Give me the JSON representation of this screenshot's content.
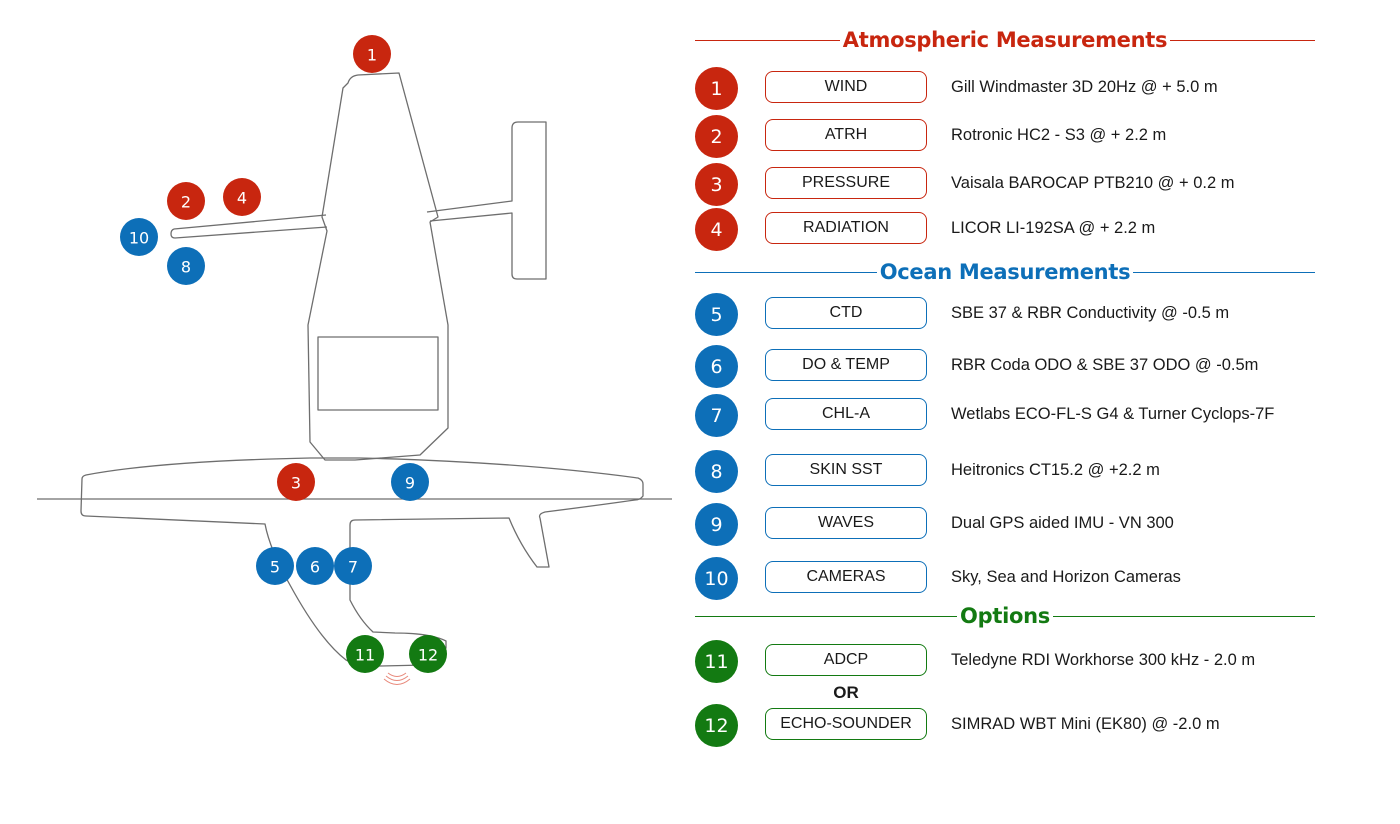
{
  "colors": {
    "atmospheric": "#c8260f",
    "ocean": "#0d6fb8",
    "options": "#137a12",
    "outline": "#6e6e6e",
    "sonar": "#e8897b"
  },
  "sections": [
    {
      "title": "Atmospheric Measurements",
      "color_key": "atmospheric",
      "items": [
        {
          "number": "1",
          "label": "WIND",
          "description": "Gill Windmaster 3D 20Hz @ + 5.0 m"
        },
        {
          "number": "2",
          "label": "ATRH",
          "description": "Rotronic HC2 - S3 @ + 2.2 m"
        },
        {
          "number": "3",
          "label": "PRESSURE",
          "description": "Vaisala BAROCAP PTB210 @ + 0.2 m"
        },
        {
          "number": "4",
          "label": "RADIATION",
          "description": "LICOR LI-192SA @ + 2.2 m"
        }
      ]
    },
    {
      "title": "Ocean Measurements",
      "color_key": "ocean",
      "items": [
        {
          "number": "5",
          "label": "CTD",
          "description": "SBE 37 & RBR Conductivity @ -0.5 m"
        },
        {
          "number": "6",
          "label": "DO & TEMP",
          "description": "RBR Coda ODO & SBE 37 ODO @ -0.5m"
        },
        {
          "number": "7",
          "label": "CHL-A",
          "description": "Wetlabs ECO-FL-S G4 & Turner Cyclops-7F"
        },
        {
          "number": "8",
          "label": "SKIN SST",
          "description": "Heitronics CT15.2 @ +2.2 m"
        },
        {
          "number": "9",
          "label": "WAVES",
          "description": "Dual GPS aided IMU - VN 300"
        },
        {
          "number": "10",
          "label": "CAMERAS",
          "description": "Sky, Sea and Horizon Cameras"
        }
      ]
    },
    {
      "title": "Options",
      "color_key": "options",
      "items": [
        {
          "number": "11",
          "label": "ADCP",
          "description": "Teledyne RDI Workhorse 300 kHz - 2.0 m"
        },
        {
          "number": "12",
          "label": "ECHO-SOUNDER",
          "description": "SIMRAD WBT Mini (EK80) @ -2.0 m"
        }
      ],
      "separator": "OR"
    }
  ],
  "diagram_markers": [
    {
      "number": "1",
      "color_key": "atmospheric",
      "location": "top of sail"
    },
    {
      "number": "2",
      "color_key": "atmospheric",
      "location": "above wing boom tip"
    },
    {
      "number": "4",
      "color_key": "atmospheric",
      "location": "above wing boom"
    },
    {
      "number": "10",
      "color_key": "ocean",
      "location": "wing boom tip"
    },
    {
      "number": "8",
      "color_key": "ocean",
      "location": "below wing boom tip"
    },
    {
      "number": "3",
      "color_key": "atmospheric",
      "location": "hull deck"
    },
    {
      "number": "9",
      "color_key": "ocean",
      "location": "hull deck"
    },
    {
      "number": "5",
      "color_key": "ocean",
      "location": "keel strut"
    },
    {
      "number": "6",
      "color_key": "ocean",
      "location": "keel strut"
    },
    {
      "number": "7",
      "color_key": "ocean",
      "location": "keel strut"
    },
    {
      "number": "11",
      "color_key": "options",
      "location": "keel bulb"
    },
    {
      "number": "12",
      "color_key": "options",
      "location": "keel bulb"
    }
  ]
}
